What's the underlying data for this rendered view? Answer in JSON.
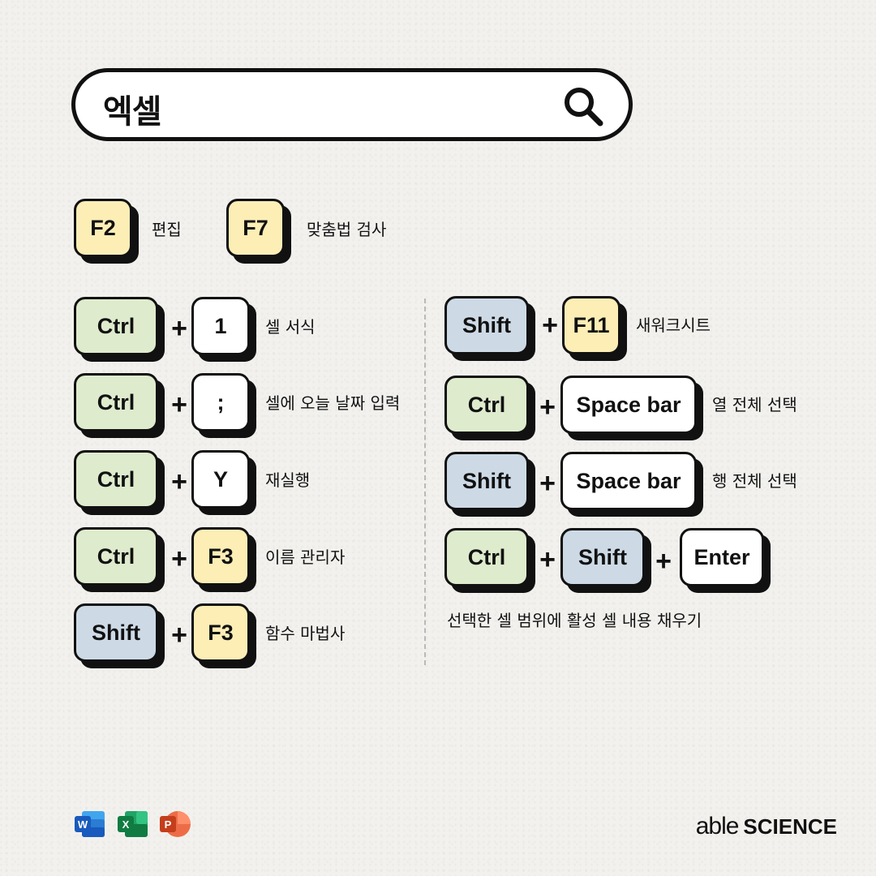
{
  "header": {
    "title": "엑셀",
    "search_icon": "search-icon"
  },
  "single_keys": [
    {
      "key": "F2",
      "desc": "편집"
    },
    {
      "key": "F7",
      "desc": "맞춤법 검사"
    }
  ],
  "left_shortcuts": [
    {
      "keys": [
        "Ctrl",
        "1"
      ],
      "desc": "셀 서식"
    },
    {
      "keys": [
        "Ctrl",
        ";"
      ],
      "desc": "셀에 오늘 날짜 입력"
    },
    {
      "keys": [
        "Ctrl",
        "Y"
      ],
      "desc": "재실행"
    },
    {
      "keys": [
        "Ctrl",
        "F3"
      ],
      "desc": "이름 관리자"
    },
    {
      "keys": [
        "Shift",
        "F3"
      ],
      "desc": "함수 마법사"
    }
  ],
  "right_shortcuts": [
    {
      "keys": [
        "Shift",
        "F11"
      ],
      "desc": "새워크시트"
    },
    {
      "keys": [
        "Ctrl",
        "Space bar"
      ],
      "desc": "열 전체 선택"
    },
    {
      "keys": [
        "Shift",
        "Space bar"
      ],
      "desc": "행 전체 선택"
    },
    {
      "keys": [
        "Ctrl",
        "Shift",
        "Enter"
      ],
      "desc": "선택한 셀 범위에 활성 셀 내용 채우기"
    }
  ],
  "plus_symbol": "+",
  "colors": {
    "ctrl": "#deebcd",
    "function": "#fdeeb6",
    "shift": "#cddae6",
    "other": "#ffffff",
    "outline": "#111111"
  },
  "footer": {
    "apps": [
      {
        "letter": "W",
        "icon": "word-icon",
        "color": "#185abd"
      },
      {
        "letter": "X",
        "icon": "excel-icon",
        "color": "#107c41"
      },
      {
        "letter": "P",
        "icon": "powerpoint-icon",
        "color": "#c43e1c"
      }
    ],
    "brand_prefix": "able",
    "brand_main": "SCIENCE"
  }
}
